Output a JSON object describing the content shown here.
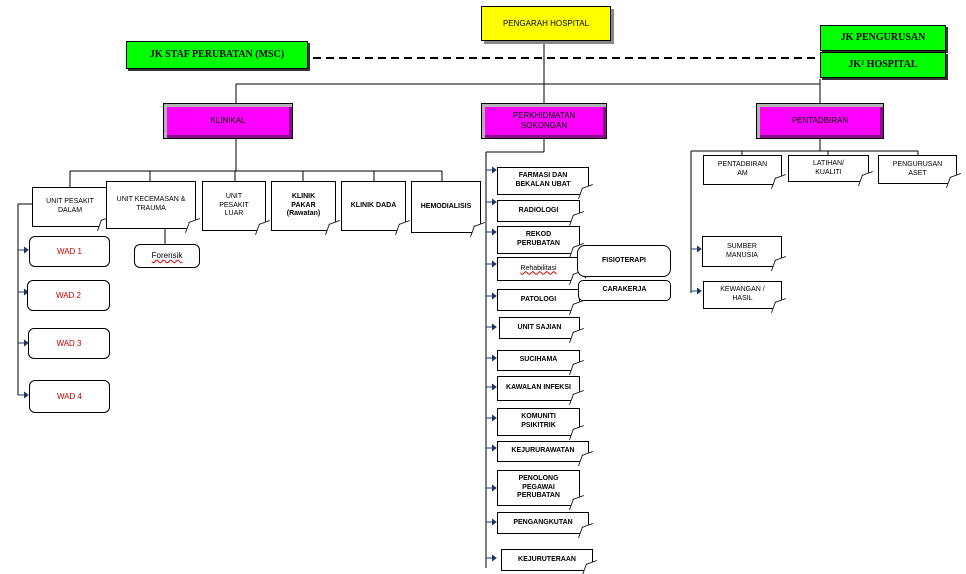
{
  "top": {
    "pengarah": "PENGARAH HOSPITAL"
  },
  "committees": {
    "msc": "JK STAF PERUBATAN (MSC)",
    "pengurusan": "JK PENGURUSAN",
    "jk2": "JK² HOSPITAL"
  },
  "divisions": {
    "klinikal": "KLINIKAL",
    "sokongan": "PERKHIDMATAN\nSOKONGAN",
    "pentadbiran": "PENTADBIRAN"
  },
  "klinikal_units": [
    "UNIT PESAKIT\nDALAM",
    "UNIT KECEMASAN &\nTRAUMA",
    "UNIT\nPESAKIT\nLUAR",
    "KLINIK\nPAKAR\n(Rawatan)",
    "KLINIK DADA",
    "HEMODIALISIS"
  ],
  "forensik": "Forensik",
  "wards": [
    "WAD 1",
    "WAD 2",
    "WAD 3",
    "WAD 4"
  ],
  "sokongan_units": [
    "FARMASI DAN\nBEKALAN UBAT",
    "RADIOLOGI",
    "REKOD\nPERUBATAN",
    "Rehabilitasi",
    "PATOLOGI",
    "UNIT SAJIAN",
    "SUCIHAMA",
    "KAWALAN INFEKSI",
    "KOMUNITI\nPSIKITRIK",
    "KEJURURAWATAN",
    "PENOLONG\nPEGAWAI\nPERUBATAN",
    "PENGANGKUTAN",
    "KEJURUTERAAN"
  ],
  "rehab_sub": [
    "FISIOTERAPI",
    "CARAKERJA"
  ],
  "pentadbiran_units": [
    "PENTADBIRAN\nAM",
    "LATIHAN/\nKUALITI",
    "PENGURUSAN\nASET",
    "SUMBER\nMANUSIA",
    "KEWANGAN /\nHASIL"
  ],
  "colors": {
    "pengarah": "#ffff00",
    "division": "#ff00ff",
    "committee": "#00ff00",
    "ward_text": "#c00000"
  }
}
